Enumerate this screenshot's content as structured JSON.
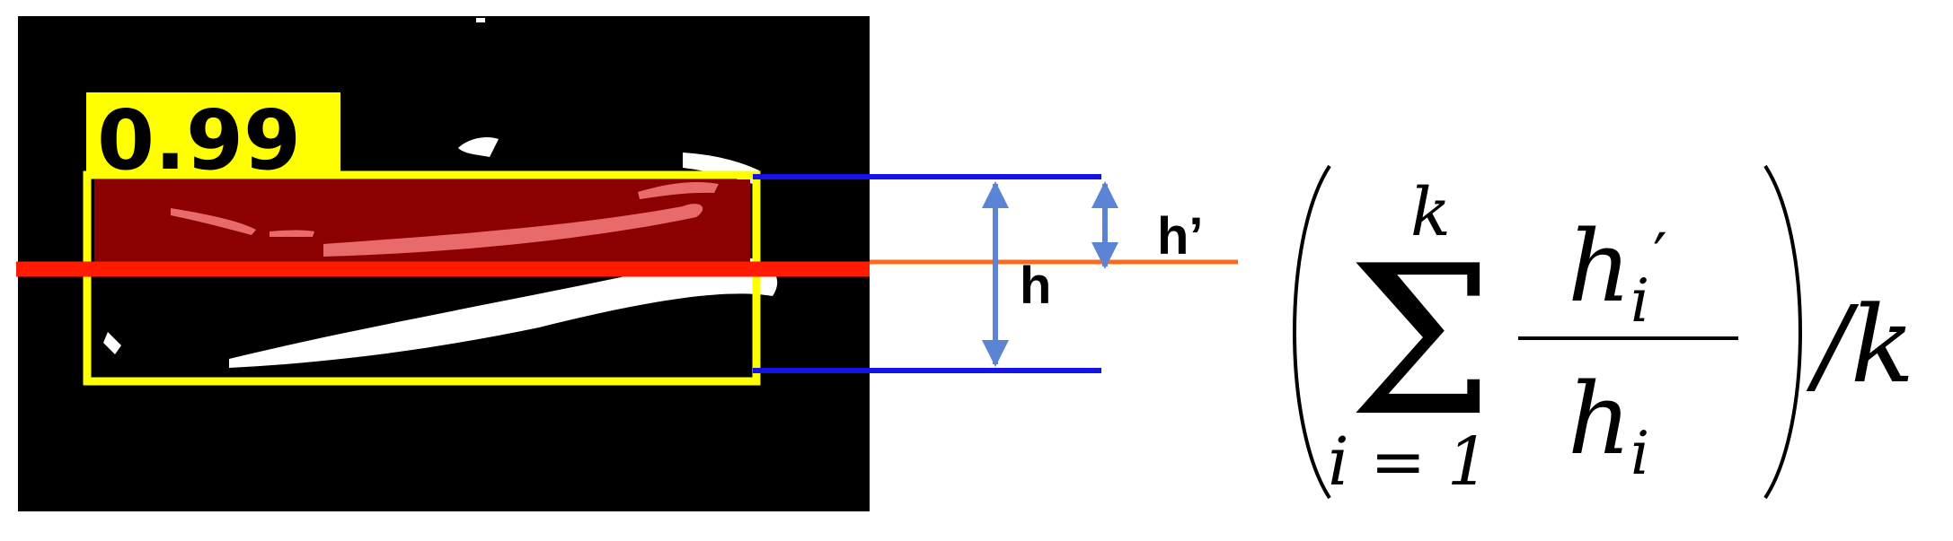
{
  "detection": {
    "score": "0.99"
  },
  "labels": {
    "full_height": "h",
    "partial_height": "h’"
  },
  "formula": {
    "sum_upper": "k",
    "sum_lower": "i = 1",
    "numerator": "h",
    "numerator_sub": "i",
    "numerator_prime": "′",
    "denominator": "h",
    "denominator_sub": "i",
    "divisor": "/k"
  },
  "colors": {
    "background": "#000000",
    "box": "#ffff00",
    "overlap_fill": "#8b0000",
    "red_line": "#ff1a00",
    "orange_line": "#ff6a1a",
    "blue_line": "#1414e6",
    "arrow": "#5b84d4",
    "stroke": "#ffffff"
  }
}
